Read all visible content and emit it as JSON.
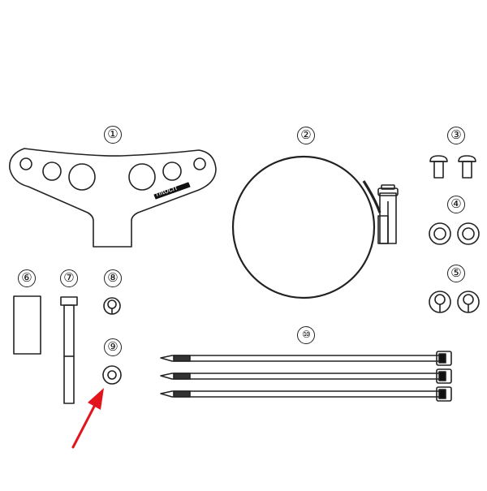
{
  "diagram": {
    "title": "",
    "colors": {
      "line": "#222222",
      "background": "#ffffff",
      "arrow": "#e3141b"
    },
    "watermark": "nitoch",
    "parts": [
      {
        "id": 1,
        "label": "①",
        "name": "T-shaped mounting bracket (6 holes)",
        "quantity": 1
      },
      {
        "id": 2,
        "label": "②",
        "name": "Hose clamp band with screw",
        "quantity": 1
      },
      {
        "id": 3,
        "label": "③",
        "name": "Collared bolt",
        "quantity": 2
      },
      {
        "id": 4,
        "label": "④",
        "name": "Flat washer",
        "quantity": 2
      },
      {
        "id": 5,
        "label": "⑤",
        "name": "Split / lock washer",
        "quantity": 2
      },
      {
        "id": 6,
        "label": "⑥",
        "name": "Rubber spacer block",
        "quantity": 1
      },
      {
        "id": 7,
        "label": "⑦",
        "name": "Long bolt",
        "quantity": 1
      },
      {
        "id": 8,
        "label": "⑧",
        "name": "Split / lock washer (small)",
        "quantity": 1
      },
      {
        "id": 9,
        "label": "⑨",
        "name": "Flat washer (small)",
        "quantity": 1
      },
      {
        "id": 10,
        "label": "⑩",
        "name": "Cable tie",
        "quantity": 3
      }
    ],
    "highlight": {
      "target_part": 9,
      "indicator": "red-arrow"
    }
  }
}
